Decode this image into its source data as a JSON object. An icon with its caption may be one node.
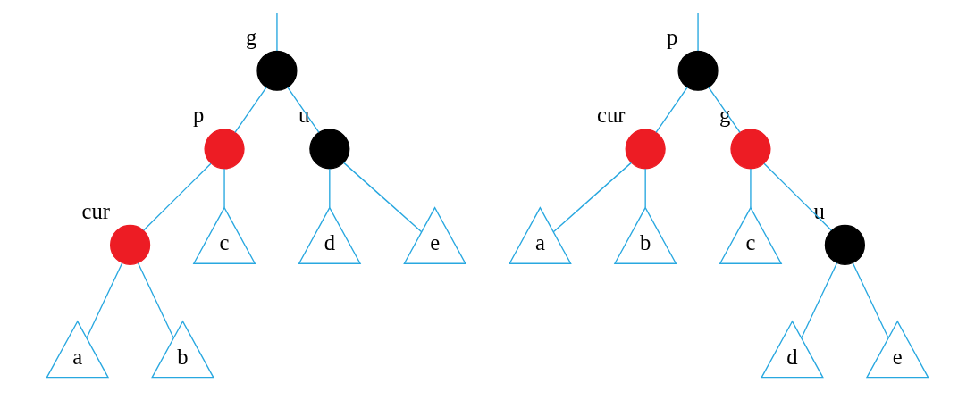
{
  "diagram": {
    "nodes": [
      {
        "text": [],
        "shape": "circle",
        "beside": [
          "g"
        ]
      },
      {
        "text": [],
        "shape": "circle",
        "beside": [
          "p"
        ]
      },
      {
        "text": [],
        "shape": "circle",
        "beside": [
          "u"
        ]
      },
      {
        "text": [],
        "shape": "circle",
        "beside": [
          "cur"
        ]
      },
      {
        "text": [
          "c"
        ]
      },
      {
        "text": [
          "d"
        ]
      },
      {
        "text": [
          "e"
        ]
      },
      {
        "text": [
          "a"
        ]
      },
      {
        "text": [
          "b"
        ]
      },
      {
        "text": [],
        "shape": "circle",
        "beside": [
          "p"
        ]
      },
      {
        "text": [],
        "shape": "circle",
        "beside": [
          "cur"
        ]
      },
      {
        "text": [],
        "shape": "circle",
        "beside": [
          "g"
        ]
      },
      {
        "text": [
          "a"
        ]
      },
      {
        "text": [
          "b"
        ]
      },
      {
        "text": [
          "c"
        ]
      },
      {
        "text": [],
        "shape": "circle",
        "beside": [
          "u"
        ]
      },
      {
        "text": [
          "d"
        ]
      },
      {
        "text": [
          "e"
        ]
      }
    ],
    "edges": [
      {
        "from": null,
        "to": 0,
        "arrow": "none"
      },
      {
        "from": 0,
        "to": 1,
        "arrow": "none"
      },
      {
        "from": 0,
        "to": 2,
        "arrow": "none"
      },
      {
        "from": 1,
        "to": 3,
        "arrow": "none"
      },
      {
        "from": 1,
        "to": 4,
        "arrow": "none"
      },
      {
        "from": 2,
        "to": 5,
        "arrow": "none"
      },
      {
        "from": 2,
        "to": 6,
        "arrow": "none"
      },
      {
        "from": 3,
        "to": 7,
        "arrow": "none"
      },
      {
        "from": 3,
        "to": 8,
        "arrow": "none"
      },
      {
        "from": null,
        "to": 9,
        "arrow": "none"
      },
      {
        "from": 9,
        "to": 10,
        "arrow": "none"
      },
      {
        "from": 9,
        "to": 11,
        "arrow": "none"
      },
      {
        "from": 10,
        "to": 12,
        "arrow": "none"
      },
      {
        "from": 10,
        "to": 13,
        "arrow": "none"
      },
      {
        "from": 11,
        "to": 14,
        "arrow": "none"
      },
      {
        "from": 11,
        "to": 15,
        "arrow": "none"
      },
      {
        "from": 15,
        "to": 16,
        "arrow": "none"
      },
      {
        "from": 15,
        "to": 17,
        "arrow": "none"
      }
    ]
  }
}
